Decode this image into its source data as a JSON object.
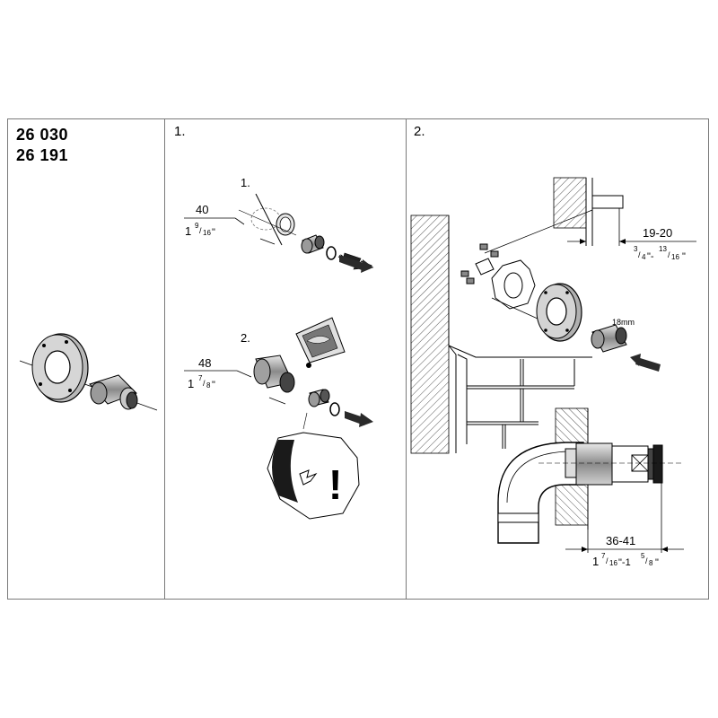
{
  "models": [
    "26 030",
    "26 191"
  ],
  "panels": {
    "panel1": {
      "step_label": "1.",
      "sub1": {
        "step_label": "1.",
        "dim_metric": "40",
        "dim_imperial_whole": "1",
        "dim_imperial_num": "9",
        "dim_imperial_den": "16",
        "inch_mark": "\""
      },
      "sub2": {
        "step_label": "2.",
        "dim_metric": "48",
        "dim_imperial_whole": "1",
        "dim_imperial_num": "7",
        "dim_imperial_den": "8",
        "inch_mark": "\"",
        "warning_symbol": "!"
      }
    },
    "panel2": {
      "step_label": "2.",
      "depth_metric": "19-20",
      "depth_imperial_a_num": "3",
      "depth_imperial_a_den": "4",
      "depth_imperial_sep": "\"-",
      "depth_imperial_b_num": "13",
      "depth_imperial_b_den": "16",
      "inch_mark": "\"",
      "wrench_size": "18mm",
      "len_metric": "36-41",
      "len_imperial_whole_a": "1",
      "len_imperial_a_num": "7",
      "len_imperial_a_den": "16",
      "len_imperial_sep": "\"-1",
      "len_imperial_b_num": "5",
      "len_imperial_b_den": "8"
    }
  },
  "colors": {
    "line": "#000000",
    "frame": "#7a7a7a",
    "shade": "#9a9a9a",
    "dark": "#3a3a3a"
  }
}
